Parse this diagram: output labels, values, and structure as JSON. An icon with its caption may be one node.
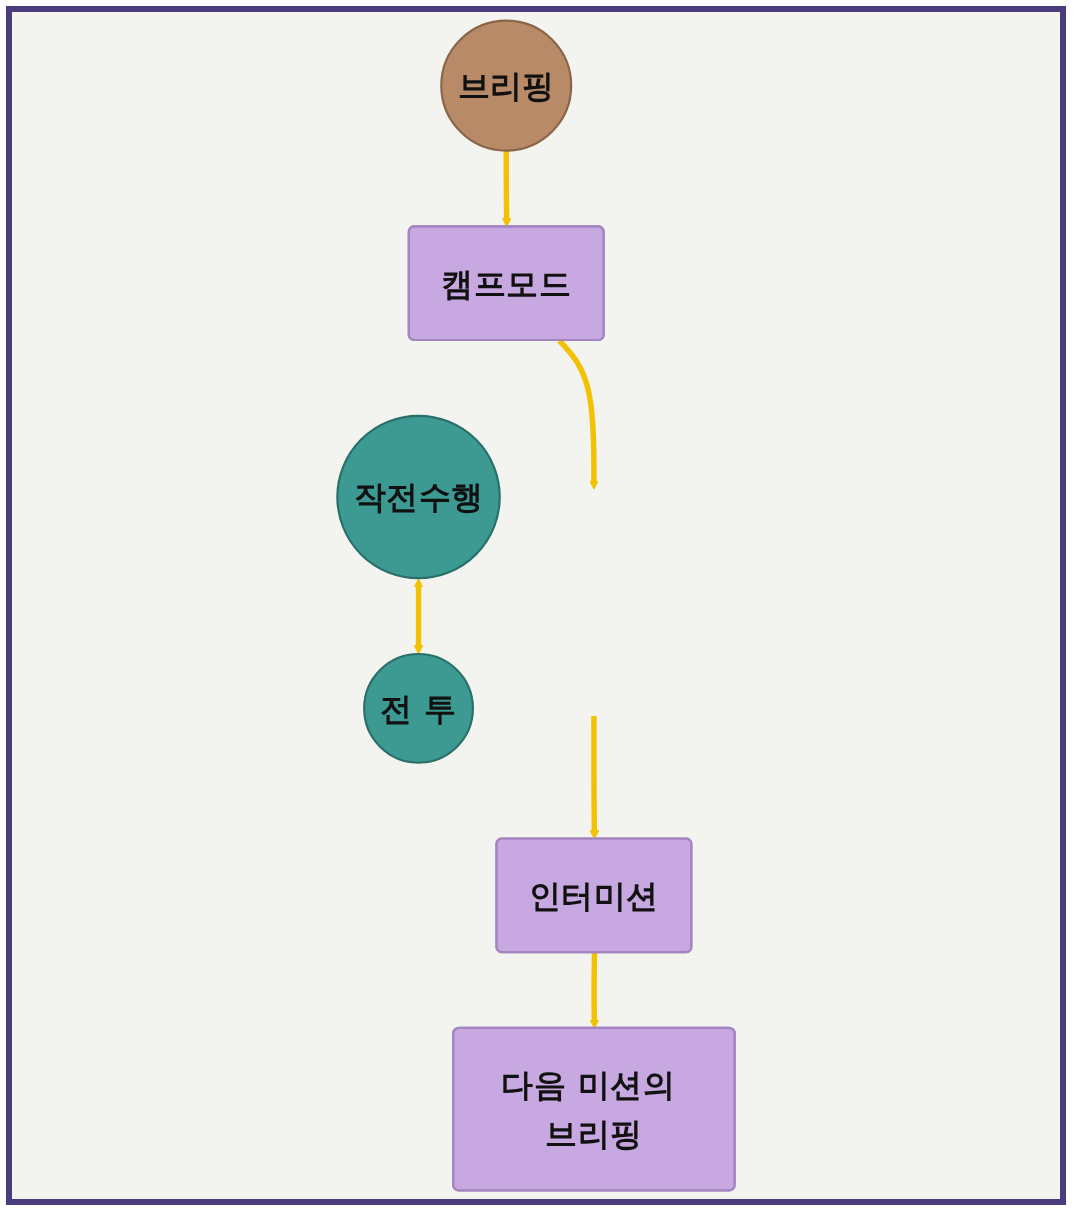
{
  "diagram": {
    "nodes": [
      {
        "text": [
          "브리핑"
        ]
      },
      {
        "text": [
          "캠프모드"
        ]
      },
      {
        "text": [
          "작전수행"
        ]
      },
      {
        "text": [
          "전 투"
        ]
      },
      {
        "text": [
          "인터미션"
        ]
      },
      {
        "text": [
          "다음 미션의 브리핑"
        ]
      }
    ],
    "edges": [
      {
        "from": 0,
        "to": 1,
        "arrow": "to"
      },
      {
        "from": 1,
        "to": null,
        "arrow": "to"
      },
      {
        "from": 2,
        "to": 3,
        "arrow": "both"
      },
      {
        "from": null,
        "to": 4,
        "arrow": "to"
      },
      {
        "from": 4,
        "to": 5,
        "arrow": "to"
      }
    ]
  }
}
